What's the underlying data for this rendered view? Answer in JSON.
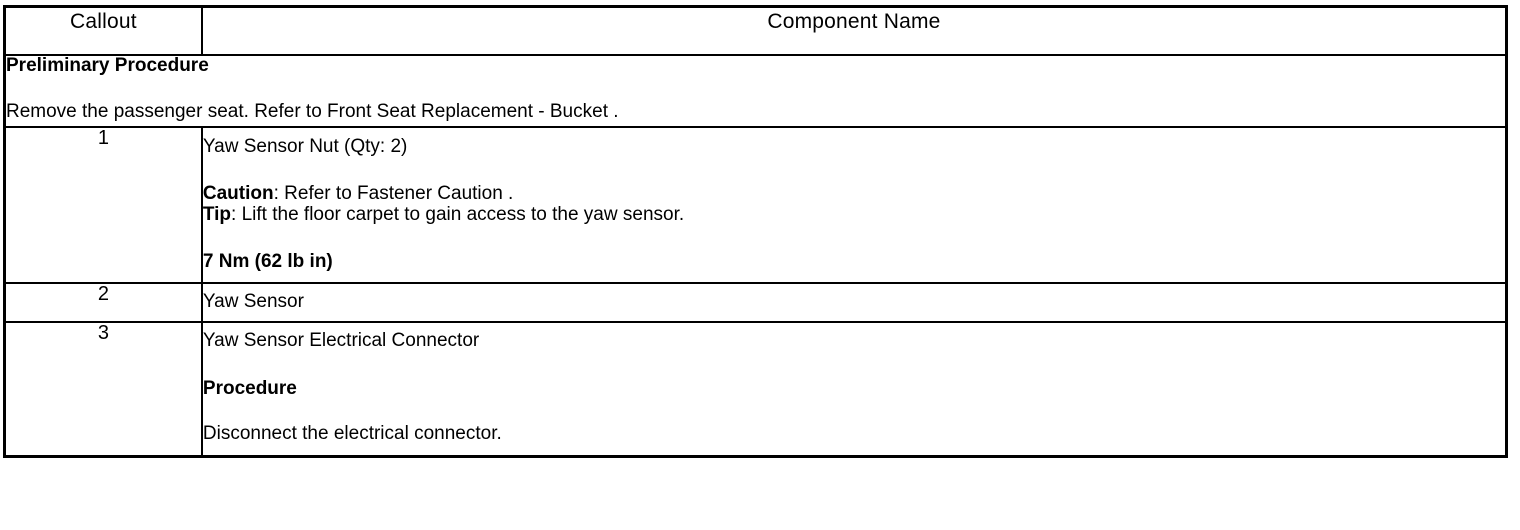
{
  "table": {
    "headers": {
      "callout": "Callout",
      "component_name": "Component Name"
    },
    "preliminary": {
      "title": "Preliminary Procedure",
      "text": "Remove the passenger seat. Refer to Front Seat Replacement - Bucket ."
    },
    "rows": [
      {
        "callout": "1",
        "name": "Yaw Sensor Nut (Qty: 2)",
        "caution_label": "Caution",
        "caution_sep": ": ",
        "caution_text": "Refer to Fastener Caution .",
        "tip_label": "Tip",
        "tip_sep": ": ",
        "tip_text": "Lift the floor carpet to gain access to the yaw sensor.",
        "torque": "7 Nm (62 lb in)"
      },
      {
        "callout": "2",
        "name": "Yaw Sensor"
      },
      {
        "callout": "3",
        "name": "Yaw Sensor Electrical Connector",
        "procedure_label": "Procedure",
        "procedure_text": "Disconnect the electrical connector."
      }
    ]
  },
  "colors": {
    "border": "#000000",
    "text": "#000000",
    "background": "#ffffff"
  }
}
